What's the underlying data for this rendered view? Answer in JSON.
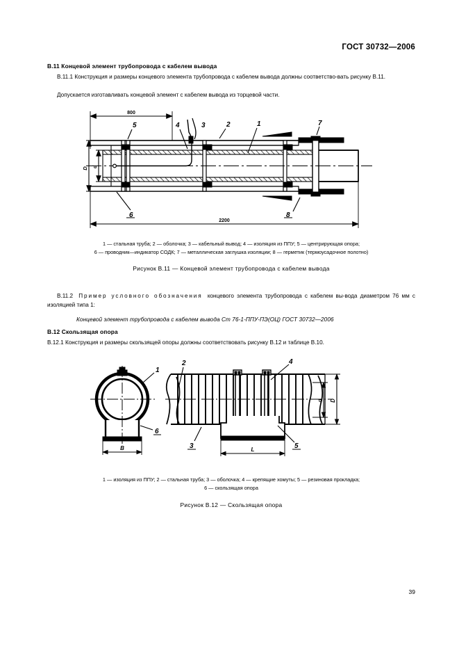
{
  "document": {
    "standard_id": "ГОСТ 30732—2006",
    "page_number": "39"
  },
  "sections": {
    "b11": {
      "heading": "В.11  Концевой элемент трубопровода с кабелем вывода",
      "para1": "В.11.1  Конструкция и размеры концевого элемента трубопровода с кабелем вывода должны соответство-вать рисунку В.11.",
      "para2": "Допускается изготавливать концевой элемент с кабелем вывода из торцевой части.",
      "para3_prefix": "В.11.2",
      "para3_spaced": "Пример  условного  обозначения",
      "para3_rest": "концевого  элемента трубопровода с кабелем вы-вода диаметром 76 мм с изоляцией типа 1:",
      "designation": "Концевой элемент трубопровода с кабелем вывода Ст 76-1-ППУ-ПЭ(ОЦ) ГОСТ 30732—2006"
    },
    "b12": {
      "heading": "В.12  Скользящая опора",
      "para1": "В.12.1  Конструкция и размеры скользящей опоры должны соответствовать рисунку В.12 и таблице В.10."
    }
  },
  "figure_b11": {
    "legend_line1": "1 — стальная труба; 2 — оболочка; 3 — кабельный вывод; 4 — изоляция из ППУ; 5 — центрирующая опора;",
    "legend_line2": "6 — проводник—индикатор СОДК; 7 — металлическая заглушка изоляции; 8 — герметик (термоусадочное полотно)",
    "caption": "Рисунок В.11 — Концевой элемент трубопровода с кабелем вывода",
    "callouts": [
      "5",
      "4",
      "3",
      "2",
      "1",
      "7",
      "6",
      "8"
    ],
    "dimensions": {
      "top_length": "800",
      "bottom_length": "2200",
      "outer_diameter": "D",
      "inner_diameter": "d"
    }
  },
  "figure_b12": {
    "legend_line1": "1 — изоляция из ППУ; 2 — стальная труба; 3 — оболочка; 4 — крепящие хомуты; 5 —  резиновая прокладка;",
    "legend_line2": "6 — скользящая опора",
    "caption": "Рисунок В.12 — Скользящая опора",
    "callouts": [
      "1",
      "6",
      "2",
      "4",
      "3",
      "5"
    ],
    "dimensions": {
      "support_width": "B",
      "support_length": "L",
      "outer_diameter": "D",
      "inner_diameter": "d"
    }
  }
}
